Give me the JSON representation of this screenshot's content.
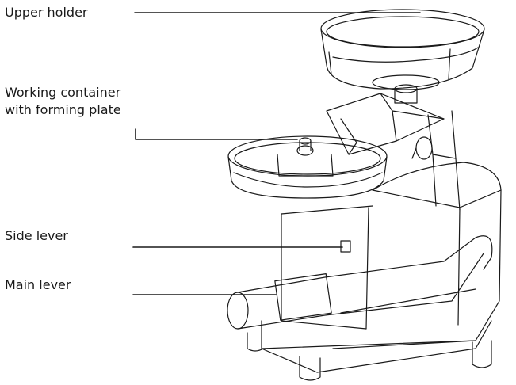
{
  "labels": {
    "upper_holder": "Upper holder",
    "working_container_line1": "Working container",
    "working_container_line2": "with forming plate",
    "side_lever": "Side lever",
    "main_lever": "Main lever"
  },
  "colors": {
    "line": "#1a1a1a",
    "text": "#1a1a1a"
  }
}
